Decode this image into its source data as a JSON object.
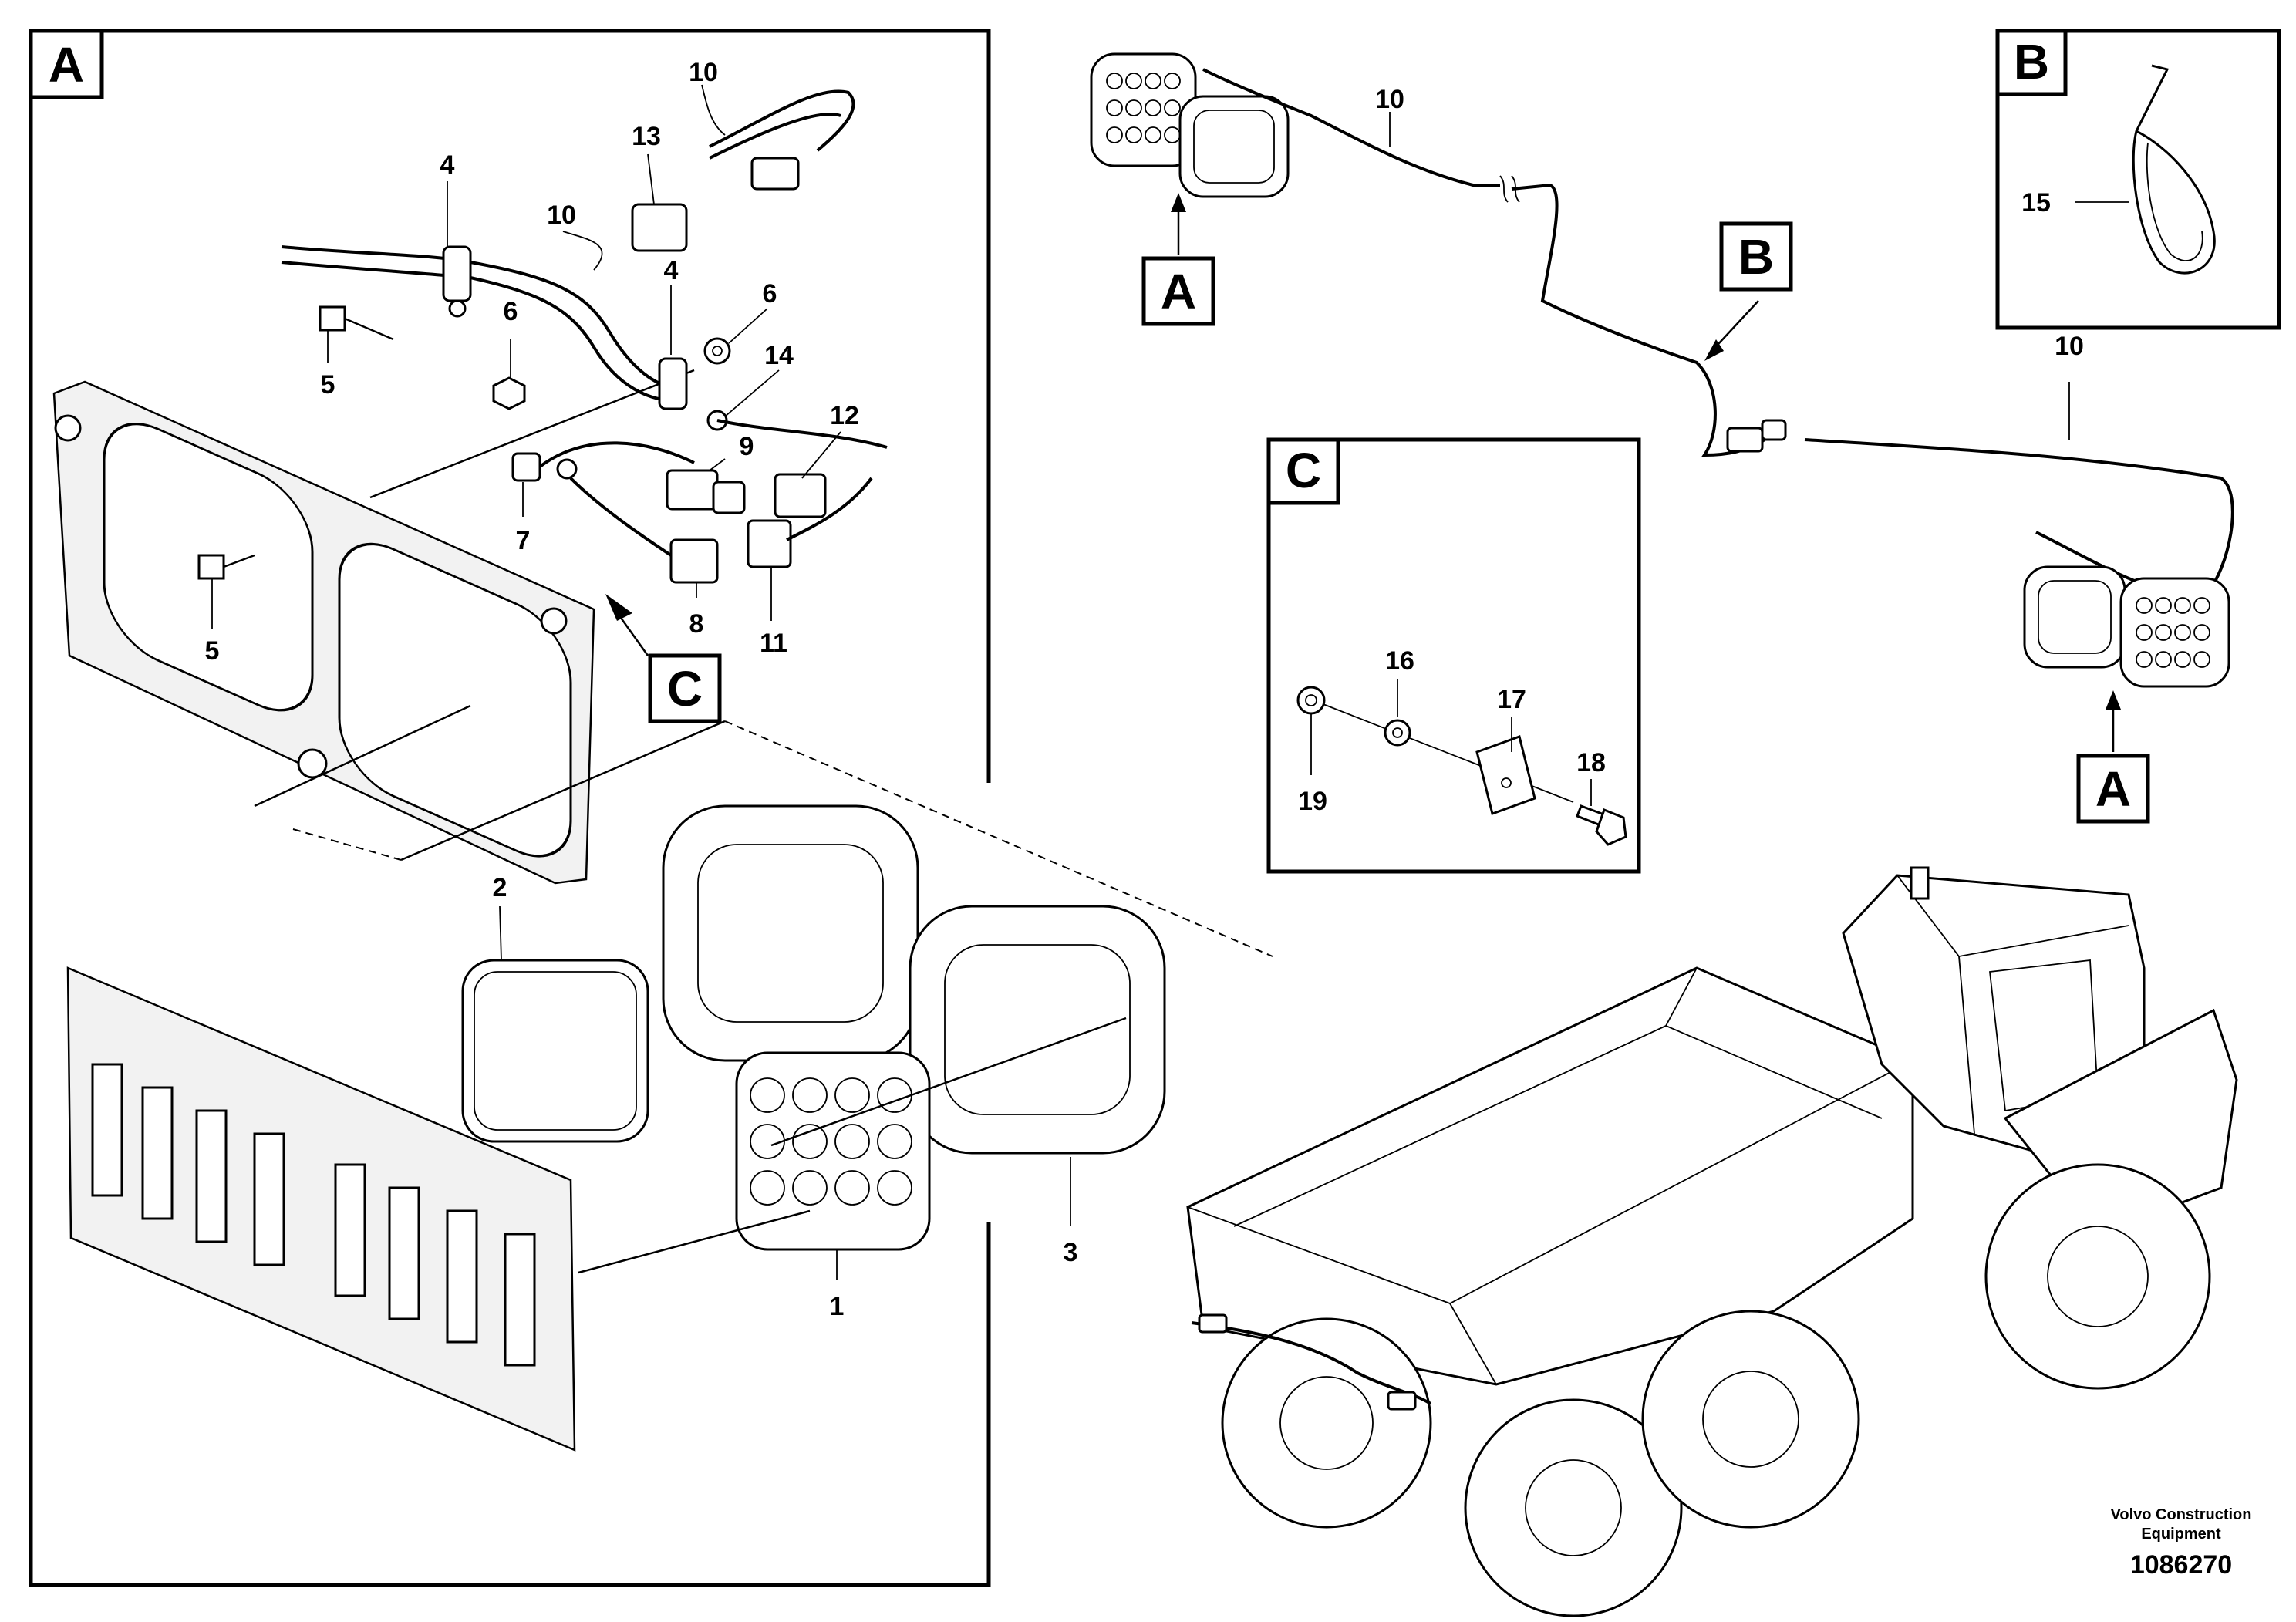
{
  "views": {
    "A": "A",
    "B": "B",
    "C": "C"
  },
  "callouts": {
    "n1": "1",
    "n2": "2",
    "n3": "3",
    "n4a": "4",
    "n4b": "4",
    "n5a": "5",
    "n5b": "5",
    "n6a": "6",
    "n6b": "6",
    "n7": "7",
    "n8": "8",
    "n9": "9",
    "n10a": "10",
    "n10b": "10",
    "n10c": "10",
    "n10d": "10",
    "n11": "11",
    "n12": "12",
    "n13": "13",
    "n14": "14",
    "n15": "15",
    "n16": "16",
    "n17": "17",
    "n18": "18",
    "n19": "19"
  },
  "credit": {
    "line1": "Volvo Construction",
    "line2": "Equipment",
    "doc_id": "1086270"
  }
}
